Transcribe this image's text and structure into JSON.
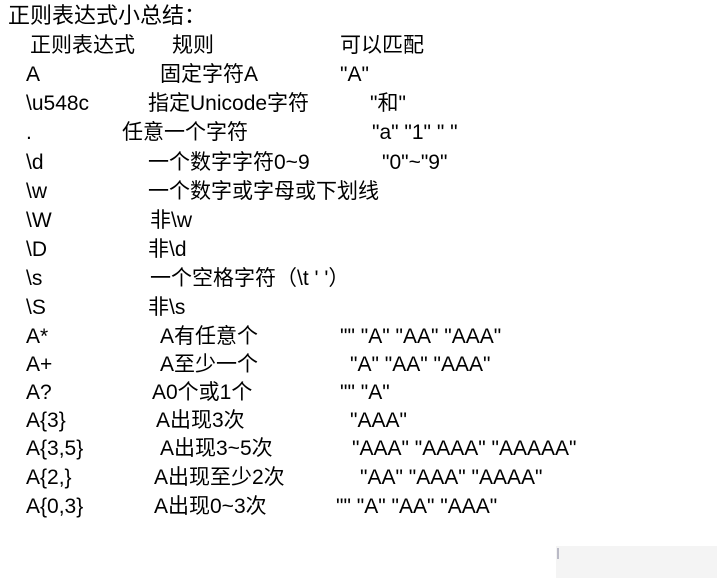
{
  "document": {
    "title": "正则表达式小总结：",
    "background_color": "#ffffff",
    "text_color": "#000000"
  },
  "table": {
    "header": {
      "pattern": "正则表达式",
      "rule": "规则",
      "match": "可以匹配"
    },
    "rows": [
      {
        "pattern": "A",
        "rule": "固定字符A",
        "match": "\"A\""
      },
      {
        "pattern": "\\u548c",
        "rule": "指定Unicode字符",
        "match": "\"和\""
      },
      {
        "pattern": ".",
        "rule": "任意一个字符",
        "match": "\"a\" \"1\" \" \""
      },
      {
        "pattern": "\\d",
        "rule": "一个数字字符0~9",
        "match": "\"0\"~\"9\""
      },
      {
        "pattern": "\\w",
        "rule": "一个数字或字母或下划线",
        "match": ""
      },
      {
        "pattern": "\\W",
        "rule": "非\\w",
        "match": ""
      },
      {
        "pattern": "\\D",
        "rule": "非\\d",
        "match": ""
      },
      {
        "pattern": "\\s",
        "rule": "一个空格字符（\\t ' '）",
        "match": ""
      },
      {
        "pattern": "\\S",
        "rule": "非\\s",
        "match": ""
      },
      {
        "pattern": "A*",
        "rule": "A有任意个",
        "match": "\"\" \"A\" \"AA\" \"AAA\""
      },
      {
        "pattern": "A+",
        "rule": "A至少一个",
        "match": "\"A\" \"AA\" \"AAA\""
      },
      {
        "pattern": "A?",
        "rule": "A0个或1个",
        "match": "\"\" \"A\""
      },
      {
        "pattern": "A{3}",
        "rule": "A出现3次",
        "match": "\"AAA\""
      },
      {
        "pattern": "A{3,5}",
        "rule": "A出现3~5次",
        "match": "\"AAA\" \"AAAA\" \"AAAAA\""
      },
      {
        "pattern": "A{2,}",
        "rule": "A出现至少2次",
        "match": "\"AA\" \"AAA\" \"AAAA\""
      },
      {
        "pattern": "A{0,3}",
        "rule": "A出现0~3次",
        "match": "\"\" \"A\" \"AA\" \"AAA\""
      }
    ]
  },
  "layout": {
    "row_tops": [
      31,
      60,
      89,
      118,
      148,
      177,
      206,
      235,
      264,
      293,
      322,
      350,
      378,
      406,
      434,
      463,
      492
    ],
    "rule_indents": [
      172,
      160,
      148,
      122,
      148,
      148,
      150,
      148,
      150,
      148,
      160,
      160,
      152,
      156,
      160,
      154,
      154
    ],
    "match_indents": [
      340,
      340,
      370,
      372,
      382,
      0,
      0,
      0,
      0,
      0,
      340,
      350,
      340,
      350,
      352,
      360,
      336
    ]
  }
}
